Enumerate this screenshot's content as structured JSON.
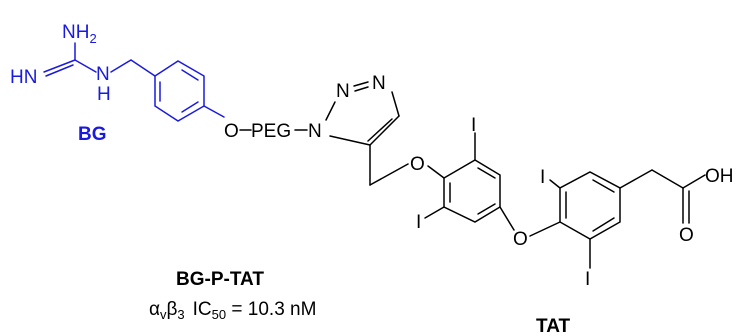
{
  "structure": {
    "labels": {
      "bg": "BG",
      "tat": "TAT",
      "compound": "BG-P-TAT"
    },
    "atoms": {
      "nh2_main": "NH",
      "nh2_sub": "2",
      "hn": "HN",
      "nh_n": "N",
      "nh_h": "H",
      "o_ether": "O",
      "peg": "PEG",
      "n1": "N",
      "n2": "N",
      "n3": "N",
      "o_ch2": "O",
      "i_top": "I",
      "i_left": "I",
      "o_bridge": "O",
      "i_top2": "I",
      "i_bottom": "I",
      "oh": "OH",
      "o_carbonyl": "O"
    },
    "activity": {
      "alpha": "α",
      "v_sub": "v",
      "beta": "β",
      "three_sub": "3",
      "ic": "IC",
      "fifty_sub": "50",
      "value": " = 10.3 nM"
    }
  },
  "colors": {
    "bg_moiety": "#1a1adf",
    "text": "#000000"
  }
}
